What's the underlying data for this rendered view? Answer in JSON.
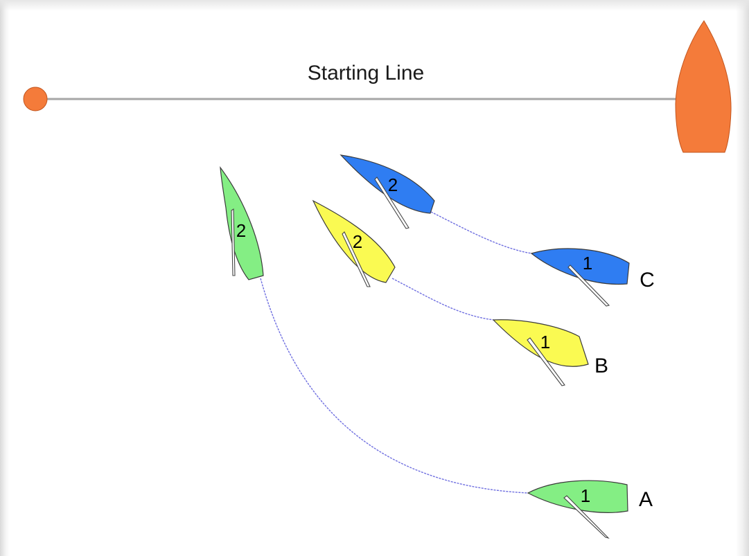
{
  "diagram": {
    "line_label": "Starting Line",
    "colors": {
      "mark": "#f47b3a",
      "line": "#a6a6a6",
      "track": "#6f6fe0",
      "boat_a": "#84ee84",
      "boat_b": "#fafa52",
      "boat_c": "#2f7df2"
    },
    "boats": [
      {
        "letter": "A",
        "pos1": "1",
        "pos2": "2"
      },
      {
        "letter": "B",
        "pos1": "1",
        "pos2": "2"
      },
      {
        "letter": "C",
        "pos1": "1",
        "pos2": "2"
      }
    ]
  }
}
